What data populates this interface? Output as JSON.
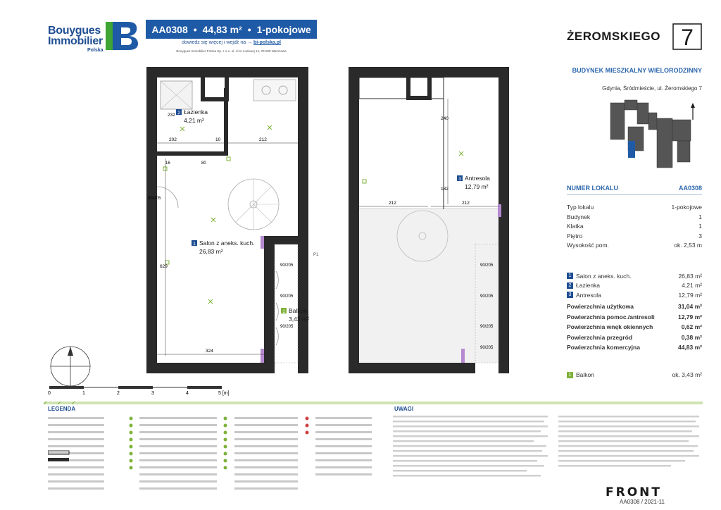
{
  "header": {
    "logo_line1": "Bouygues",
    "logo_line2": "Immobilier",
    "logo_sub": "Polska",
    "unit_code": "AA0308",
    "area": "44,83 m²",
    "rooms_type": "1-pokojowe",
    "bullet": "•",
    "visit_text": "dowiedz się więcej i wejdź na",
    "visit_arrow": "→",
    "visit_link": "bi-polska.pl",
    "company_line": "Bouygues Immobilier Polska Sp. z o.o. ul. Al.nr Ludowej 14, 00-608 Warszawa",
    "brand": "ŻEROMSKIEGO",
    "brand_number": "7"
  },
  "info": {
    "title": "BUDYNEK MIESZKALNY WIELORODZINNY",
    "address": "Gdynia, Śródmieście, ul. Żeromskiego 7",
    "numer_label": "NUMER LOKALU",
    "numer_value": "AA0308",
    "props": [
      {
        "label": "Typ lokalu",
        "value": "1-pokojowe"
      },
      {
        "label": "Budynek",
        "value": "1"
      },
      {
        "label": "Klatka",
        "value": "1"
      },
      {
        "label": "Piętro",
        "value": "3"
      },
      {
        "label": "Wysokość pom.",
        "value": "ok. 2,53 m"
      }
    ],
    "rooms": [
      {
        "num": "1",
        "name": "Salon z aneks. kuch.",
        "area": "26,83 m²"
      },
      {
        "num": "2",
        "name": "Łazienka",
        "area": "4,21 m²"
      },
      {
        "num": "3",
        "name": "Antresola",
        "area": "12,79 m²"
      }
    ],
    "sums": [
      {
        "label": "Powierzchnia użytkowa",
        "value": "31,04 m²"
      },
      {
        "label": "Powierzchnia pomoc./antresoli",
        "value": "12,79 m²"
      },
      {
        "label": "Powierzchnia wnęk okiennych",
        "value": "0,62 m²"
      },
      {
        "label": "Powierzchnia przegród",
        "value": "0,38 m²"
      },
      {
        "label": "Powierzchnia komercyjna",
        "value": "44,83 m²"
      }
    ],
    "balkon": {
      "num": "1",
      "name": "Balkon",
      "area": "ok. 3,43 m²"
    }
  },
  "plan": {
    "room_salon_num": "1",
    "room_salon_name": "Salon z aneks. kuch.",
    "room_salon_area": "26,83 m²",
    "room_lazienka_num": "2",
    "room_lazienka_name": "Łazienka",
    "room_lazienka_area": "4,21 m²",
    "room_balkon_num": "1",
    "room_balkon_name": "Balkon",
    "room_balkon_area": "3,43 m²",
    "room_antresola_num": "3",
    "room_antresola_name": "Antresola",
    "room_antresola_area": "12,79 m²",
    "dims": [
      "202",
      "10",
      "212",
      "232",
      "629",
      "324",
      "212",
      "212",
      "240",
      "182",
      "80",
      "16"
    ],
    "doors": [
      "90/205",
      "90/205",
      "90/205",
      "90/205",
      "90/205",
      "90/205",
      "90/205",
      "90/205"
    ],
    "p1": "P1",
    "scale_labels": [
      "0",
      "1",
      "2",
      "3",
      "4",
      "5 [m]"
    ]
  },
  "legend_title": "LEGENDA",
  "uwagi_title": "UWAGI",
  "footer": {
    "front": "FRONT",
    "code": "AA0308",
    "sep": "/",
    "date": "2021-11"
  },
  "colors": {
    "brand_blue": "#1f4e93",
    "banner_blue": "#1f5aa6",
    "accent_green": "#7fb23a",
    "wall": "#2a2a2a"
  }
}
